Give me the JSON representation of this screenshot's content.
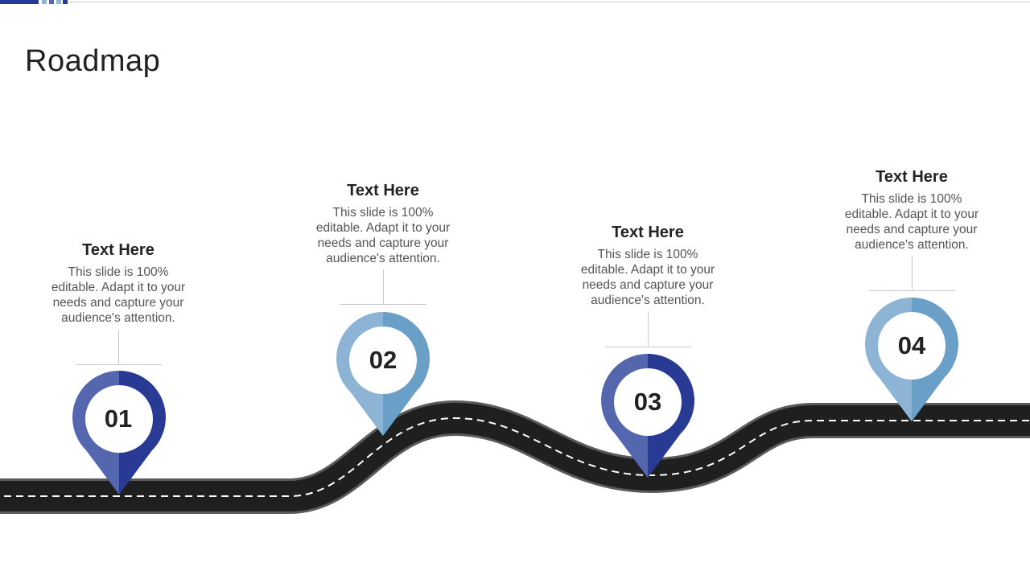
{
  "slide": {
    "title": "Roadmap"
  },
  "colors": {
    "accent_dark": "#283a94",
    "accent_mid": "#5466ad",
    "accent_light": "#8db4d5",
    "accent_light_right": "#6a9fc8",
    "road": "#1f1f1f",
    "road_dash": "#ffffff"
  },
  "steps": [
    {
      "number": "01",
      "title": "Text Here",
      "description": "This slide is 100% editable. Adapt it to your needs and capture your audience's attention.",
      "pin_style": "dark"
    },
    {
      "number": "02",
      "title": "Text Here",
      "description": "This slide is 100% editable. Adapt it to your needs and capture your audience's attention.",
      "pin_style": "light"
    },
    {
      "number": "03",
      "title": "Text Here",
      "description": "This slide is 100% editable. Adapt it to your needs and capture your audience's attention.",
      "pin_style": "dark"
    },
    {
      "number": "04",
      "title": "Text Here",
      "description": "This slide is 100% editable. Adapt it to your needs and capture your audience's attention.",
      "pin_style": "light"
    }
  ]
}
